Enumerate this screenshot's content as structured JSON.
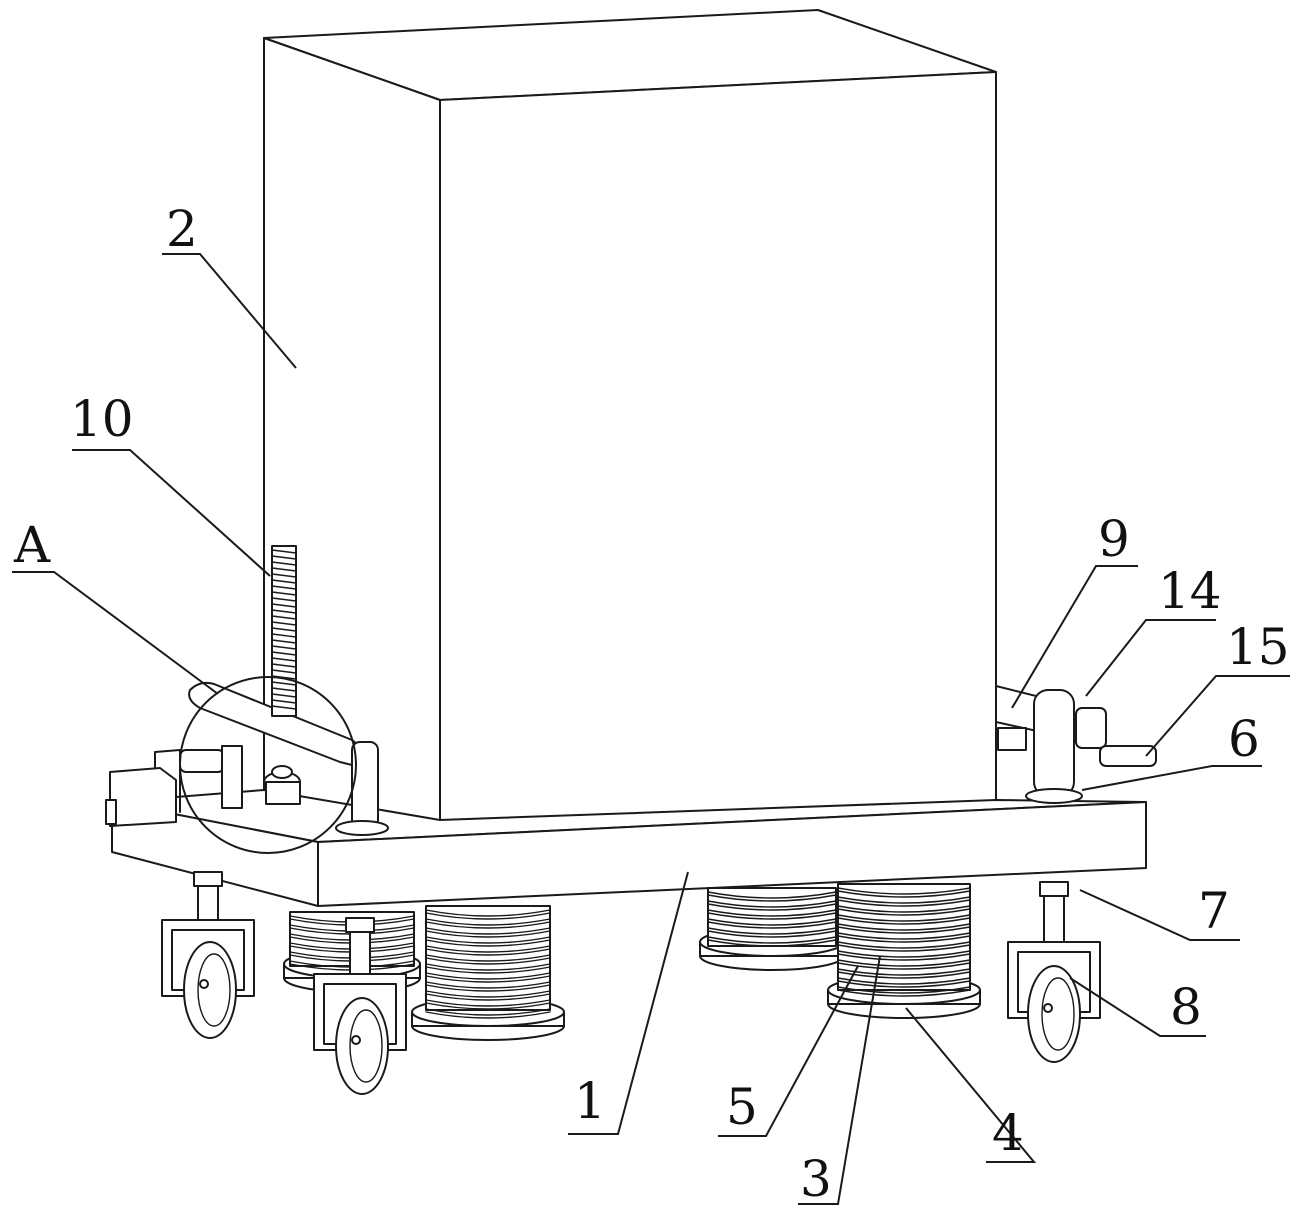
{
  "callouts": {
    "c1": "1",
    "c2": "2",
    "c3": "3",
    "c4": "4",
    "c5": "5",
    "c6": "6",
    "c7": "7",
    "c8": "8",
    "c9": "9",
    "c10": "10",
    "c14": "14",
    "c15": "15",
    "cA": "A"
  },
  "colors": {
    "line": "#1a1a1a",
    "background": "#ffffff"
  }
}
